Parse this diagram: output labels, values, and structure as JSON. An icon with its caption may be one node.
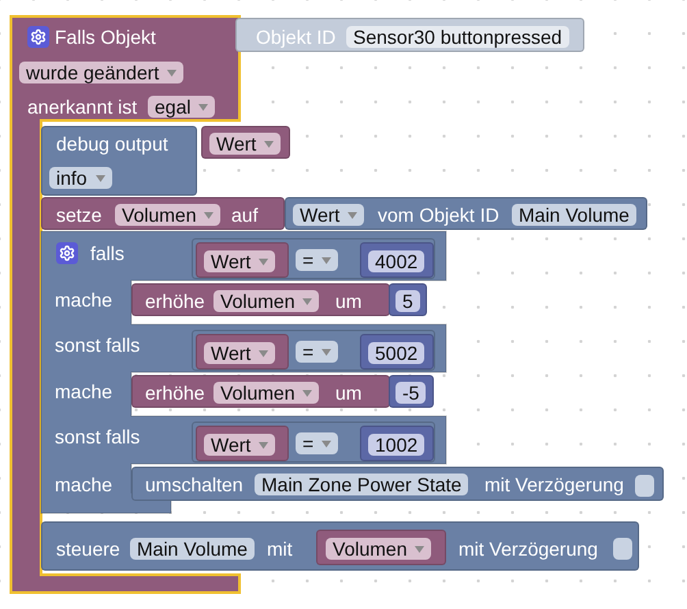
{
  "diagram": {
    "nodes": [
      {
        "text": [
          "Falls Objekt",
          "wurde geändert",
          "anerkannt ist",
          "egal"
        ]
      },
      {
        "text": [
          "Objekt ID",
          "Sensor30 buttonpressed"
        ]
      },
      {
        "text": [
          "debug output",
          "info"
        ]
      },
      {
        "text": [
          "Wert"
        ]
      },
      {
        "text": [
          "setze",
          "Volumen",
          "auf"
        ]
      },
      {
        "text": [
          "Wert",
          "vom Objekt ID",
          "Main Volume"
        ]
      },
      {
        "text": [
          "falls",
          "mache",
          "sonst falls",
          "mache",
          "sonst falls",
          "mache"
        ]
      },
      {
        "text": [
          "="
        ],
        "in": 6
      },
      {
        "text": [
          "Wert"
        ],
        "in": 7
      },
      {
        "text": [
          "4002"
        ],
        "in": 7
      },
      {
        "text": [
          "erhöhe",
          "Volumen",
          "um"
        ]
      },
      {
        "text": [
          "5"
        ]
      },
      {
        "text": [
          "="
        ],
        "in": 6
      },
      {
        "text": [
          "Wert"
        ],
        "in": 12
      },
      {
        "text": [
          "5002"
        ],
        "in": 12
      },
      {
        "text": [
          "erhöhe",
          "Volumen",
          "um"
        ]
      },
      {
        "text": [
          "-5"
        ]
      },
      {
        "text": [
          "="
        ],
        "in": 6
      },
      {
        "text": [
          "Wert"
        ],
        "in": 17
      },
      {
        "text": [
          "1002"
        ],
        "in": 17
      },
      {
        "text": [
          "umschalten",
          "Main Zone Power State",
          "mit Verzögerung"
        ]
      },
      {
        "text": [
          "steuere",
          "Main Volume",
          "mit",
          "mit Verzögerung"
        ]
      },
      {
        "text": [
          "Volumen"
        ],
        "in": 21
      }
    ]
  }
}
